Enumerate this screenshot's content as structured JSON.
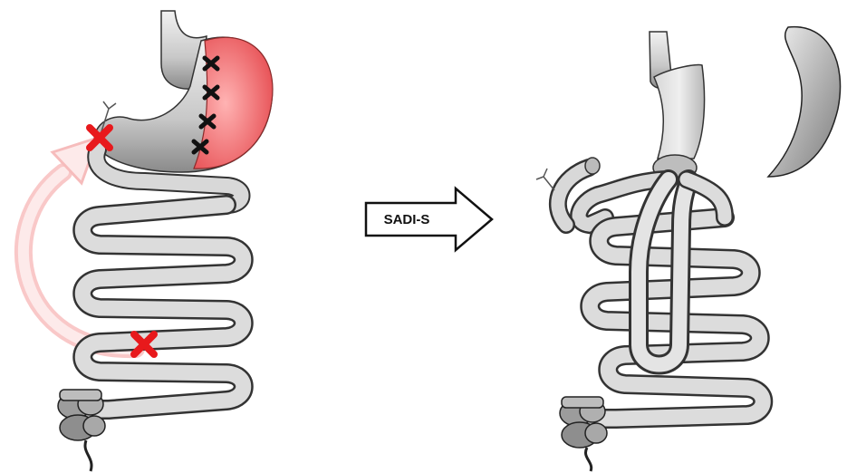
{
  "procedure_arrow": {
    "label": "SADI-S"
  },
  "colors": {
    "resected_stomach": "#e5484d",
    "marker_x_red": "#e8191c",
    "staple_mark": "#111111",
    "organ_fill": "#c9c9c9",
    "organ_outline": "#333333",
    "bypass_arrow": "#f4a6a6"
  },
  "left_panel": {
    "staple_marks": 4,
    "cut_markers": 2
  }
}
